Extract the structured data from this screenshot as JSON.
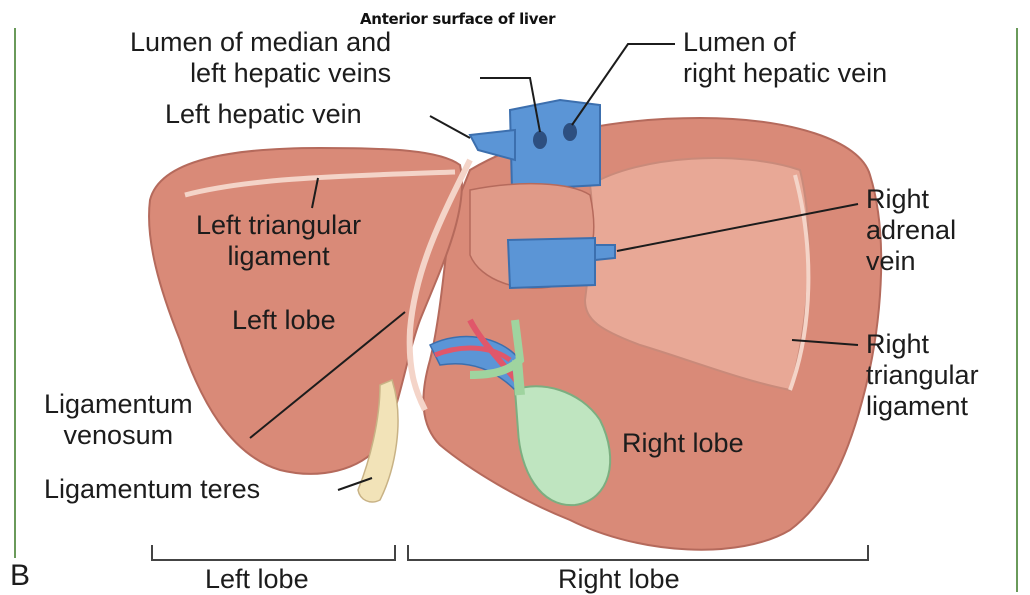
{
  "title": "Anterior surface of liver",
  "panel_letter": "B",
  "labels": {
    "lumen_median_left": [
      "Lumen of median and",
      "left hepatic veins"
    ],
    "lumen_right": [
      "Lumen of",
      "right hepatic vein"
    ],
    "left_hepatic_vein": "Left hepatic vein",
    "left_triangular": [
      "Left triangular",
      "ligament"
    ],
    "left_lobe_inner": "Left lobe",
    "ligamentum_venosum": [
      "Ligamentum",
      "venosum"
    ],
    "ligamentum_teres": "Ligamentum teres",
    "right_adrenal": [
      "Right",
      "adrenal",
      "vein"
    ],
    "right_triangular": [
      "Right",
      "triangular",
      "ligament"
    ],
    "right_lobe_inner": "Right lobe",
    "left_lobe_bracket": "Left lobe",
    "right_lobe_bracket": "Right lobe"
  },
  "colors": {
    "liver": "#d98a78",
    "liver_edge": "#b56a5c",
    "vein": "#5b95d6",
    "gallbladder": "#bfe5c0",
    "teres": "#f2e3b8"
  }
}
